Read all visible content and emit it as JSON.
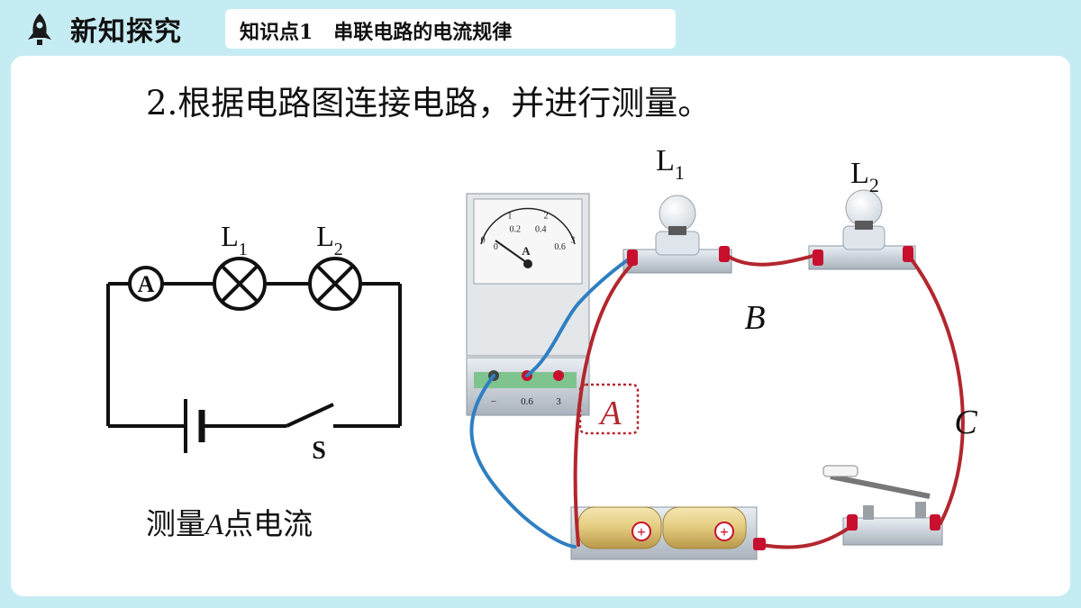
{
  "header": {
    "logo_icon": "rocket-icon",
    "section_title": "新知探究",
    "topic": "知识点1   串联电路的电流规律"
  },
  "main": {
    "instruction": "2.根据电路图连接电路，并进行测量。",
    "caption_prefix": "测量",
    "caption_letter": "A",
    "caption_suffix": "点电流"
  },
  "schematic": {
    "ammeter_symbol": "A",
    "lamp1_label": "L",
    "lamp1_sub": "1",
    "lamp2_label": "L",
    "lamp2_sub": "2",
    "switch_label": "S"
  },
  "photo": {
    "lamp1_label": "L",
    "lamp1_sub": "1",
    "lamp2_label": "L",
    "lamp2_sub": "2",
    "point_a": "A",
    "point_b": "B",
    "point_c": "C",
    "ammeter_unit": "A",
    "ammeter_scale_top": [
      "0",
      "1",
      "2",
      "3"
    ],
    "ammeter_scale_bottom": [
      "0",
      "0.2",
      "0.4",
      "0.6"
    ],
    "terminal_labels": [
      "−",
      "0.6",
      "3"
    ]
  },
  "colors": {
    "background": "#c6ecf3",
    "card": "#ffffff",
    "wire_red": "#b3262e",
    "wire_blue": "#2f7fc1",
    "terminal_red": "#c8102e",
    "highlight_box": "#b3262e"
  }
}
